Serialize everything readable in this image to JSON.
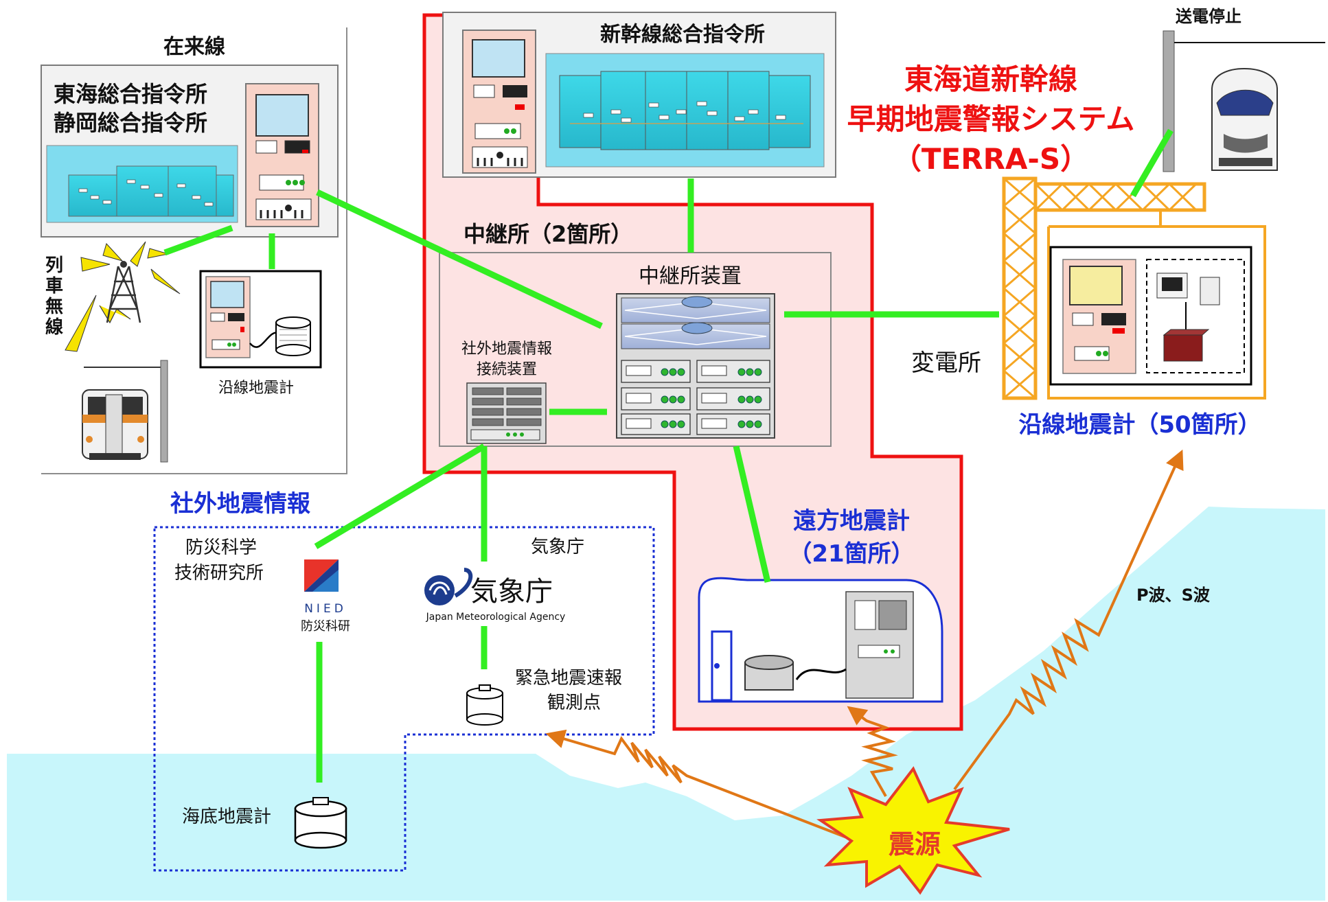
{
  "conventional": {
    "title": "在来線",
    "center_line1": "東海総合指令所",
    "center_line2": "静岡総合指令所",
    "radio_label": [
      "列",
      "車",
      "無",
      "線"
    ],
    "wayside_seismometer": "沿線地震計"
  },
  "shinkansen_center": {
    "title": "新幹線総合指令所"
  },
  "system_title": {
    "line1": "東海道新幹線",
    "line2": "早期地震警報システム",
    "line3": "（TERRA-S）"
  },
  "relay": {
    "title": "中継所（2箇所）",
    "equipment": "中継所装置",
    "external_line1": "社外地震情報",
    "external_line2": "接続装置"
  },
  "substation": {
    "label": "変電所",
    "power_stop": "送電停止",
    "wayside_count": "沿線地震計（50箇所）"
  },
  "remote": {
    "line1": "遠方地震計",
    "line2": "（21箇所）"
  },
  "external_info": {
    "title": "社外地震情報",
    "nied_label_line1": "防災科学",
    "nied_label_line2": "技術研究所",
    "nied_logo_text": "NIED",
    "nied_logo_sub": "防災科研",
    "jma_label": "気象庁",
    "jma_logo_text": "気象庁",
    "jma_logo_sub": "Japan Meteorological Agency",
    "eew_line1": "緊急地震速報",
    "eew_line2": "観測点",
    "seabed": "海底地震計"
  },
  "waves": {
    "label": "P波、S波",
    "epicenter": "震源"
  },
  "colors": {
    "link": "#33ee22",
    "system_red": "#ee1111",
    "relay_fill": "#fde3e3",
    "ocean": "#c8f6fb",
    "blue_text": "#1a2fd4",
    "wave": "#e07716",
    "substation": "#f5a623"
  }
}
